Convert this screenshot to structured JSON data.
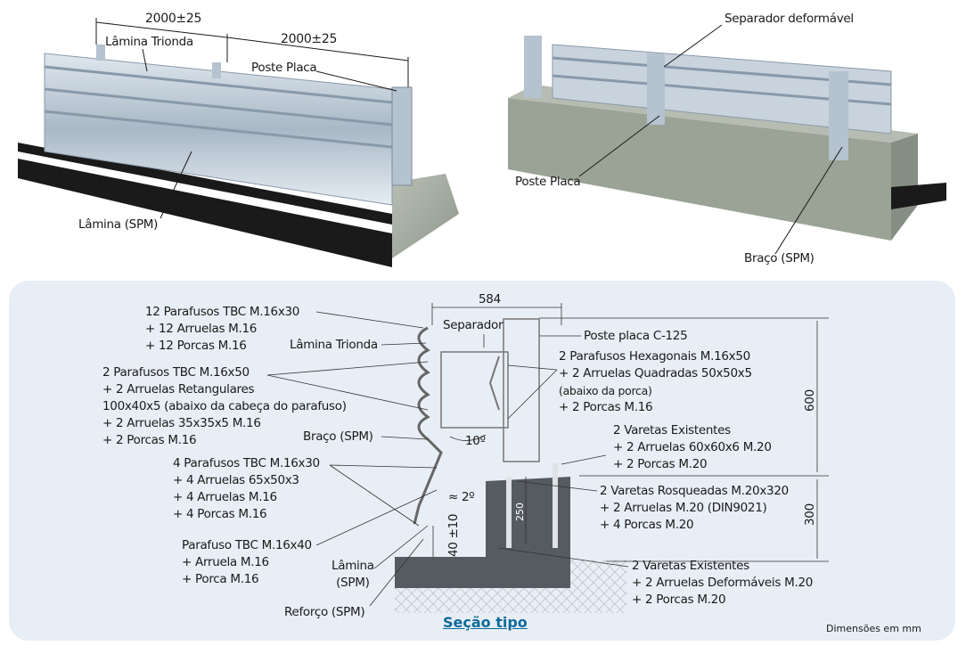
{
  "illustration_left": {
    "dim1": "2000±25",
    "dim2": "2000±25",
    "label_lamina_trionda": "Lâmina Trionda",
    "label_poste_placa": "Poste Placa",
    "label_lamina_spm": "Lâmina (SPM)"
  },
  "illustration_right": {
    "label_separador": "Separador deformável",
    "label_poste_placa": "Poste Placa",
    "label_braco": "Braço (SPM)"
  },
  "section": {
    "title": "Seção tipo",
    "units_note": "Dimensões em mm",
    "dim_584": "584",
    "dim_600": "600",
    "dim_300": "300",
    "dim_250": "250",
    "angle_10": "10º",
    "angle_2": "≈ 2º",
    "dim_40": "40 ±10",
    "label_separador": "Separador",
    "label_poste": "Poste placa C-125",
    "label_lamina_trionda": "Lâmina Trionda",
    "label_braco": "Braço (SPM)",
    "label_lamina_spm": [
      "Lâmina",
      "(SPM)"
    ],
    "label_reforco": "Reforço (SPM)",
    "callouts": {
      "bolts_12": [
        "12 Parafusos TBC M.16x30",
        "+ 12 Arruelas M.16",
        "+ 12 Porcas M.16"
      ],
      "bolts_2_tbc": [
        "2 Parafusos TBC M.16x50",
        "+ 2 Arruelas Retangulares",
        "100x40x5 (abaixo da cabeça do parafuso)",
        "+ 2 Arruelas 35x35x5 M.16",
        "+ 2 Porcas M.16"
      ],
      "bolts_4": [
        "4 Parafusos TBC M.16x30",
        "+ 4 Arruelas 65x50x3",
        "+ 4 Arruelas M.16",
        "+ 4 Porcas M.16"
      ],
      "bolt_1": [
        "Parafuso TBC M.16x40",
        "+ Arruela M.16",
        "+ Porca M.16"
      ],
      "bolts_hex": [
        "2 Parafusos Hexagonais M.16x50",
        "+ 2 Arruelas Quadradas 50x50x5",
        "(abaixo da porca)",
        "+ 2 Porcas M.16"
      ],
      "rods_existing_top": [
        "2 Varetas Existentes",
        "+ 2 Arruelas 60x60x6 M.20",
        "+ 2 Porcas M.20"
      ],
      "rods_threaded": [
        "2 Varetas Rosqueadas M.20x320",
        "+ 2 Arruelas M.20 (DIN9021)",
        "+ 4 Porcas M.20"
      ],
      "rods_existing_bottom": [
        "2 Varetas Existentes",
        "+ 2 Arruelas Deformáveis M.20",
        "+ 2 Porcas M.20"
      ]
    }
  }
}
